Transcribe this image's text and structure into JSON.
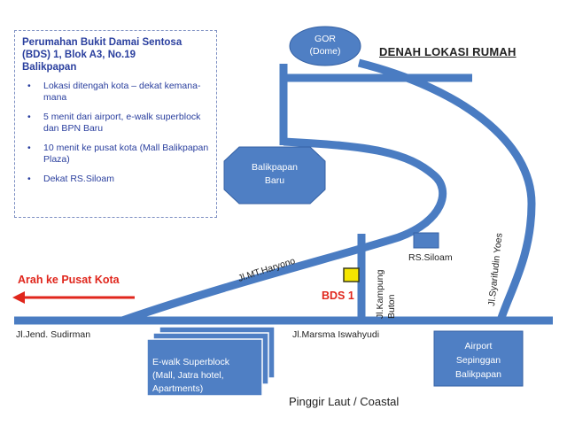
{
  "map_title": "DENAH LOKASI RUMAH",
  "info": {
    "title_lines": [
      "Perumahan Bukit Damai Sentosa",
      "(BDS) 1, Blok A3, No.19",
      "Balikpapan"
    ],
    "bullets": [
      "Lokasi ditengah kota – dekat kemana-mana",
      "5 menit dari airport, e-walk superblock dan BPN Baru",
      "10 menit ke pusat kota (Mall Balikpapan Plaza)",
      "Dekat RS.Siloam"
    ]
  },
  "direction": {
    "label": "Arah ke Pusat Kota"
  },
  "landmarks": {
    "gor": [
      "GOR",
      "(Dome)"
    ],
    "balikpapan_baru": [
      "Balikpapan",
      "Baru"
    ],
    "rs_siloam": "RS.Siloam",
    "bds": "BDS 1",
    "ewalk": [
      "E-walk Superblock",
      "(Mall, Jatra hotel,",
      "Apartments)"
    ],
    "airport": [
      "Airport",
      "Sepinggan",
      "Balikpapan"
    ],
    "coastal": "Pinggir Laut / Coastal"
  },
  "roads": {
    "sudirman": "Jl.Jend. Sudirman",
    "marsma": "Jl.Marsma Iswahyudi",
    "haryono": "Jl.MT.Haryono",
    "kampung_buton": [
      "Jl.Kampung",
      "Buton"
    ],
    "syarifudin": "Jl.Syarifudin Yoes"
  },
  "colors": {
    "road": "#4a7cc2",
    "road_edge": "#3561a4",
    "landmark": "#4f7fc4",
    "landmark_text": "#ffffff",
    "info_text": "#2a3f9e",
    "accent_red": "#e0261c",
    "bds_marker": "#f5e600",
    "bds_marker_border": "#3b3b1b"
  }
}
